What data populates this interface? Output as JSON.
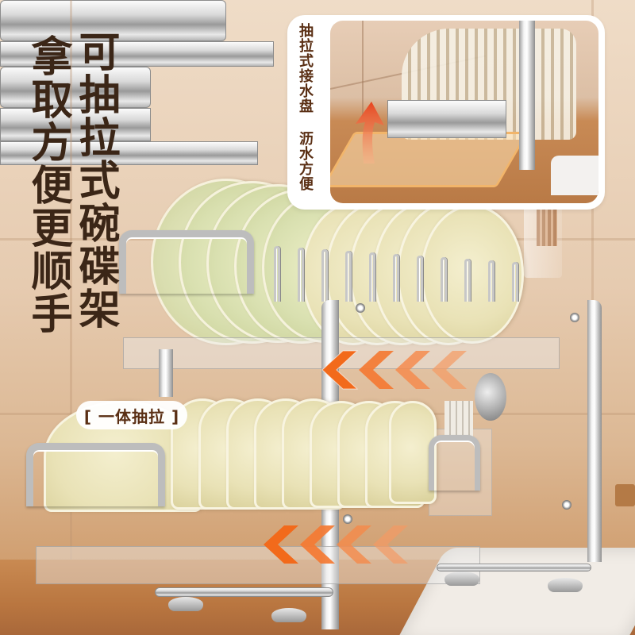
{
  "headline": {
    "column_right": "可抽拉式碗碟架",
    "column_left": "拿取方便更顺手"
  },
  "inset": {
    "caption": "抽拉式接水盘 沥水方便",
    "arrow_icon": "up-curved-arrow"
  },
  "label_pill": {
    "text": "[ 一体抽拉 ]"
  },
  "indicators": {
    "top_row": {
      "icon": "chevron-left",
      "count": 4
    },
    "bottom_row": {
      "icon": "chevron-left",
      "count": 4
    }
  },
  "colors": {
    "headline_text": "#3b2617",
    "caption_text": "#5a2f14",
    "chevron_orange": "#f26a1b",
    "background_wall": "#e9d2ba",
    "countertop": "#c08048"
  }
}
